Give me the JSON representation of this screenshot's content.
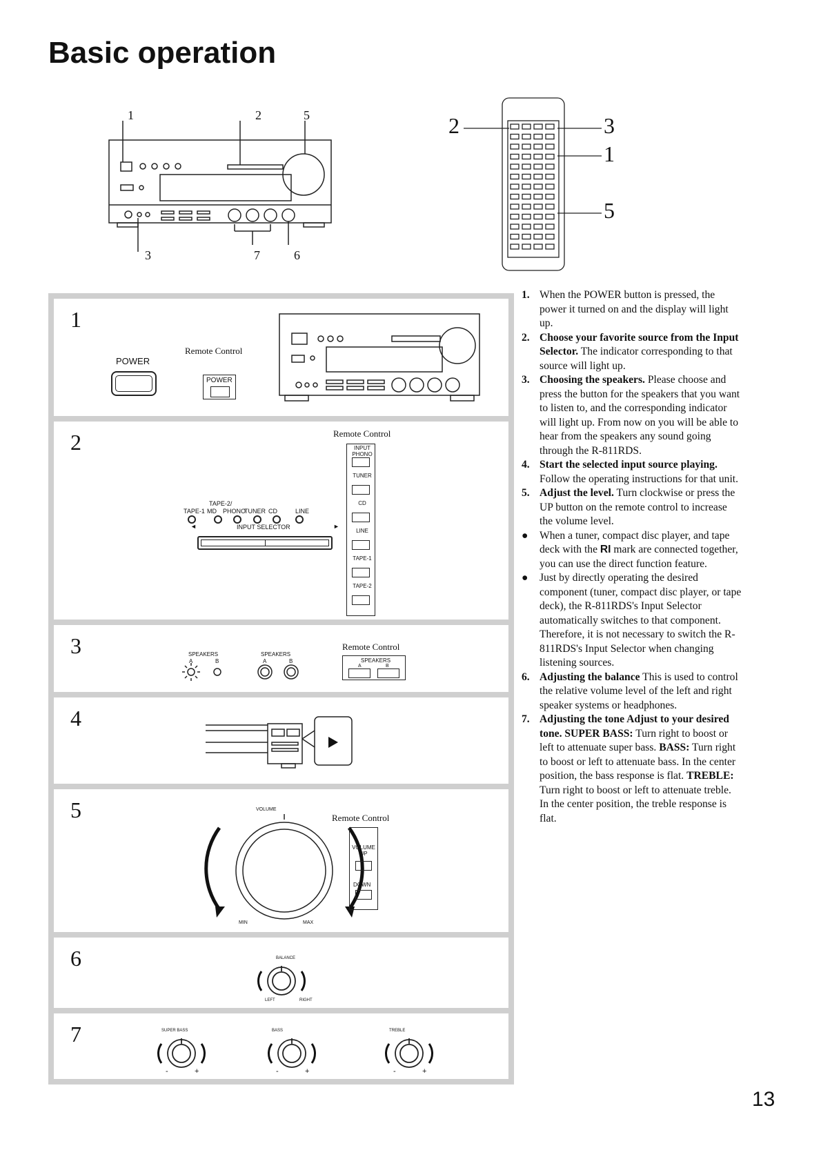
{
  "page": {
    "title": "Basic operation",
    "page_number": "13"
  },
  "diagram": {
    "receiver_callouts": {
      "power": "1",
      "selector": "2",
      "volume": "5",
      "speakers": "3",
      "bass_treble": "7",
      "balance": "6"
    },
    "remote_callouts": {
      "left": "2",
      "top_right": "3",
      "mid_right": "1",
      "bottom_right": "5"
    }
  },
  "steps": {
    "step1": {
      "number": "1",
      "power_label": "POWER",
      "remote_label": "Remote Control",
      "remote_button": "POWER"
    },
    "step2": {
      "number": "2",
      "remote_label": "Remote Control",
      "selector_top": "TAPE-2/",
      "selector_labels": [
        "TAPE-1",
        "MD",
        "PHONO",
        "TUNER",
        "CD",
        "LINE"
      ],
      "selector_name": "INPUT SELECTOR",
      "remote_buttons": [
        "INPUT PHONO",
        "TUNER",
        "CD",
        "LINE",
        "TAPE-1",
        "TAPE-2"
      ]
    },
    "step3": {
      "number": "3",
      "speakers_label_1": "SPEAKERS",
      "speakers_label_2": "SPEAKERS",
      "a": "A",
      "b": "B",
      "remote_label": "Remote Control",
      "remote_group": "SPEAKERS"
    },
    "step4": {
      "number": "4"
    },
    "step5": {
      "number": "5",
      "volume_label": "VOLUME",
      "min": "MIN",
      "max": "MAX",
      "remote_label": "Remote Control",
      "remote_up": "VOLUME UP",
      "remote_down": "DOWN"
    },
    "step6": {
      "number": "6",
      "balance_label": "BALANCE",
      "left": "LEFT",
      "right": "RIGHT"
    },
    "step7": {
      "number": "7",
      "knobs": [
        "SUPER BASS",
        "BASS",
        "TREBLE"
      ],
      "minus": "-",
      "plus": "+"
    }
  },
  "instructions": [
    {
      "marker": "1.",
      "segments": [
        {
          "text": "When the POWER button is pressed, the power it turned on and the display will light up.",
          "bold": false
        }
      ]
    },
    {
      "marker": "2.",
      "segments": [
        {
          "text": "Choose your favorite source from the Input Selector.",
          "bold": true
        },
        {
          "text": " The indicator corresponding to that source will light up.",
          "bold": false
        }
      ]
    },
    {
      "marker": "3.",
      "segments": [
        {
          "text": "Choosing the speakers.",
          "bold": true
        },
        {
          "text": " Please choose and press the button for the speakers that you want to listen to, and the corresponding indicator will light up. From now on you will be able to hear from the speakers any sound going through the R-811RDS.",
          "bold": false
        }
      ]
    },
    {
      "marker": "4.",
      "segments": [
        {
          "text": "Start the selected input source playing.",
          "bold": true
        },
        {
          "text": " Follow the operating instructions for that unit.",
          "bold": false
        }
      ]
    },
    {
      "marker": "5.",
      "segments": [
        {
          "text": "Adjust the level.",
          "bold": true
        },
        {
          "text": " Turn clockwise or press the UP button on the remote control to increase the volume level.",
          "bold": false
        }
      ]
    },
    {
      "marker": "●",
      "segments": [
        {
          "text": "When a tuner, compact disc player, and tape deck with the ",
          "bold": false
        },
        {
          "text": "RI",
          "bold": true,
          "ri": true
        },
        {
          "text": " mark are connected together, you can use the direct function feature.",
          "bold": false
        }
      ]
    },
    {
      "marker": "●",
      "segments": [
        {
          "text": "Just by directly operating the desired component (tuner, compact disc player, or tape deck), the R-811RDS's Input Selector automatically switches to that component. Therefore, it is not necessary to switch the R-811RDS's Input Selector when changing listening sources.",
          "bold": false
        }
      ]
    },
    {
      "marker": "6.",
      "segments": [
        {
          "text": "Adjusting the balance",
          "bold": true
        },
        {
          "text": " This is used to control the relative volume level of the left and right speaker systems or headphones.",
          "bold": false
        }
      ]
    },
    {
      "marker": "7.",
      "segments": [
        {
          "text": "Adjusting the tone",
          "bold": true
        },
        {
          "text": " Adjust to your desired tone.",
          "bold": true
        },
        {
          "text": " SUPER BASS:",
          "bold": true
        },
        {
          "text": " Turn right to boost or left to attenuate super bass. ",
          "bold": false
        },
        {
          "text": "BASS:",
          "bold": true
        },
        {
          "text": " Turn right to boost or left to attenuate bass. In the center position, the bass response is flat. ",
          "bold": false
        },
        {
          "text": "TREBLE:",
          "bold": true
        },
        {
          "text": " Turn right to boost or left to attenuate treble. In the center position, the treble response is flat.",
          "bold": false
        }
      ]
    }
  ]
}
